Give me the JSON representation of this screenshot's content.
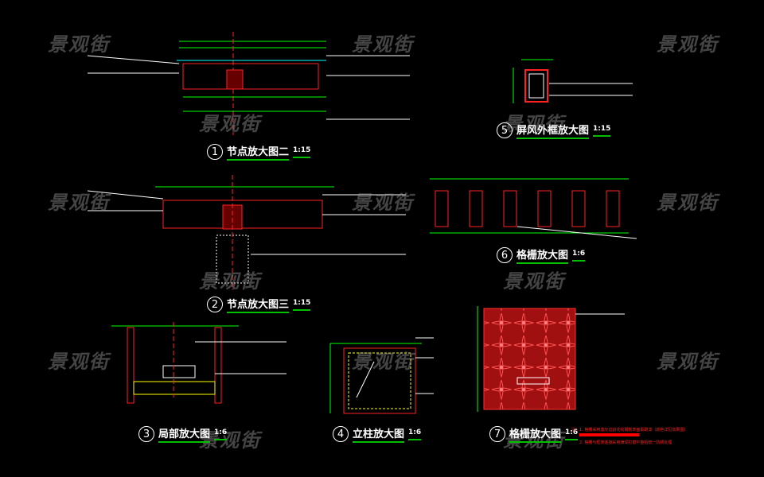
{
  "watermark": "景观街",
  "details": [
    {
      "num": "1",
      "title": "节点放大图二",
      "scale": "1:15"
    },
    {
      "num": "2",
      "title": "节点放大图三",
      "scale": "1:15"
    },
    {
      "num": "3",
      "title": "局部放大图",
      "scale": "1:6"
    },
    {
      "num": "4",
      "title": "立柱放大图",
      "scale": "1:6"
    },
    {
      "num": "5",
      "title": "屏风外框放大图",
      "scale": "1:15"
    },
    {
      "num": "6",
      "title": "格栅放大图",
      "scale": "1:6"
    },
    {
      "num": "7",
      "title": "格栅放大图",
      "scale": "1:6"
    }
  ],
  "notes": {
    "n1": "注：1. 格栅采用激光切割花纹钢板表面氟碳漆（颜色详见效果图）",
    "n2": "2. 格栅与框架连接采用满焊打磨平整后统一防锈处理"
  },
  "colors": {
    "bg": "#000000",
    "dim": "#00ff00",
    "section": "#ff2020",
    "leader": "#ffffff",
    "accent": "#00c000"
  }
}
